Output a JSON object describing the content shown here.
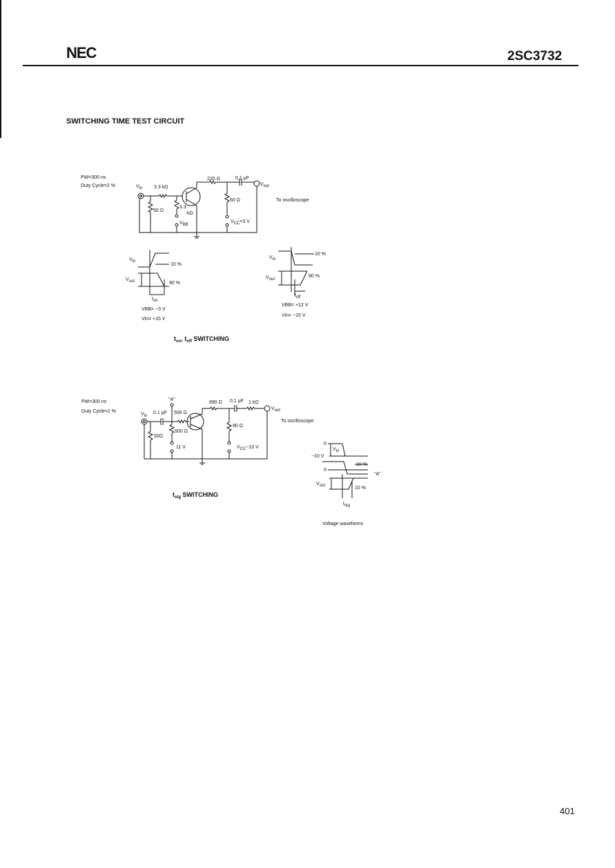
{
  "header": {
    "brand": "NEC",
    "part_number": "2SC3732"
  },
  "section_title": "SWITCHING TIME TEST CIRCUIT",
  "circuit1": {
    "pw": "PW=300 ns",
    "duty": "Duty Cycle=2 %",
    "vin": {
      "v": "V",
      "s": "in"
    },
    "r_base": "3.3 kΩ",
    "r_in": "50 Ω",
    "r_bias": "3.3",
    "r_bias_unit": "kΩ",
    "vbb": {
      "v": "V",
      "s": "BB"
    },
    "r_coll": "220 Ω",
    "cap": "0.1 μF",
    "vout": {
      "v": "V",
      "s": "out"
    },
    "r_load": "50 Ω",
    "vcc": {
      "v": "V",
      "s": "CC",
      "tail": "=3 V"
    },
    "scope": "To oscilloscope",
    "wave_on": {
      "vin": {
        "v": "V",
        "s": "in"
      },
      "vout": {
        "v": "V",
        "s": "out"
      },
      "p10": "10 %",
      "p90": "90 %",
      "t": {
        "v": "t",
        "s": "on"
      },
      "cond1": "VBB= −3 V",
      "cond2": "Vin= +15 V"
    },
    "wave_off": {
      "vin": {
        "v": "V",
        "s": "in"
      },
      "vout": {
        "v": "V",
        "s": "out"
      },
      "p10": "10 %",
      "p90": "90 %",
      "t": {
        "v": "t",
        "s": "off"
      },
      "cond1": "VBB= +12 V",
      "cond2": "Vin= −15 V"
    },
    "caption": {
      "a": "t",
      "as": "on",
      "b": ", t",
      "bs": "off",
      "rest": " SWITCHING"
    }
  },
  "circuit2": {
    "pw": "PW=300 ns",
    "duty": "Duty Cycle=2 %",
    "node_a": "\"A\"",
    "vin": {
      "v": "V",
      "s": "in"
    },
    "cap_in": "0.1 μF",
    "r_base": "500 Ω",
    "r_bias": "500 Ω",
    "r_in": "50Ω",
    "bias_v": "11 V",
    "r_coll": "890 Ω",
    "cap_out": "0.1 μF",
    "r_out": "1 kΩ",
    "vout": {
      "v": "V",
      "s": "out"
    },
    "r_load": "90 Ω",
    "vcc": {
      "v": "V",
      "s": "CC",
      "tail": "−10 V"
    },
    "scope": "To oscilloscope",
    "wave": {
      "zero1": "0",
      "neg10": "−10 V",
      "vin": {
        "v": "V",
        "s": "in"
      },
      "p10a": "10 %",
      "zero2": "0",
      "node_a": "\"A\"",
      "vout": {
        "v": "V",
        "s": "out"
      },
      "p10b": "10 %",
      "t": {
        "v": "t",
        "s": "stg"
      }
    },
    "wave_caption": "Voltage waveforms",
    "caption": {
      "a": "t",
      "as": "stg",
      "rest": " SWITCHING"
    }
  },
  "page_number": "401"
}
